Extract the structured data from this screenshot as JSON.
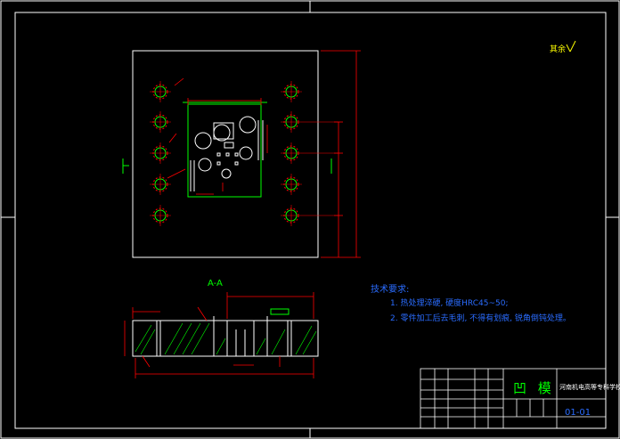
{
  "drawing": {
    "section_label": "A-A",
    "notes_title": "技术要求:",
    "notes": [
      "1. 热处理淬硬, 硬度HRC45~50;",
      "2. 零件加工后去毛刺, 不得有划痕, 锐角倒钝处理。"
    ],
    "roughness_note": "其余",
    "title_block": {
      "part_name": "凹 模",
      "school": "河南机电高等专科学校",
      "drawing_code": "01-01"
    }
  },
  "colors": {
    "background": "#000000",
    "frame": "#ffffff",
    "outline": "#ffffff",
    "holes": "#00ff00",
    "dimensions": "#ff0000",
    "notes": "#2a6cff",
    "section_marker": "#00ff00",
    "title_block": "#ffffff"
  }
}
